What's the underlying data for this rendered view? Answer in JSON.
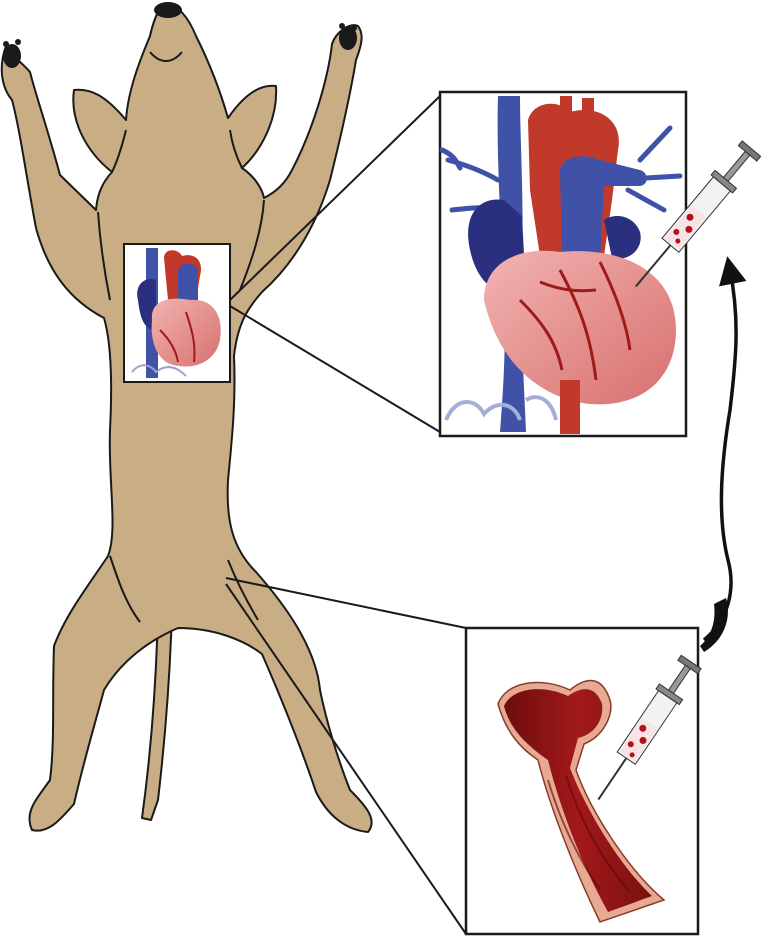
{
  "figure": {
    "subject": "dog-dorsal-recumbency",
    "insets": [
      "heart-inset",
      "bone-marrow-inset"
    ],
    "arrow": "curved-arrow-bone-to-heart"
  },
  "colors": {
    "body": "#c9ad84",
    "outline": "#1a1a1a",
    "vein": "#3f52a8",
    "vein_dark": "#2a2f80",
    "artery": "#c0392b",
    "heart_light": "#e49a98",
    "marrow": "#8b1414",
    "marrow_light": "#e8a993",
    "syringe_barrel": "#f2f2f2",
    "blood_drop": "#b3121a"
  },
  "icons": [
    "syringe-icon",
    "arrow-icon"
  ]
}
